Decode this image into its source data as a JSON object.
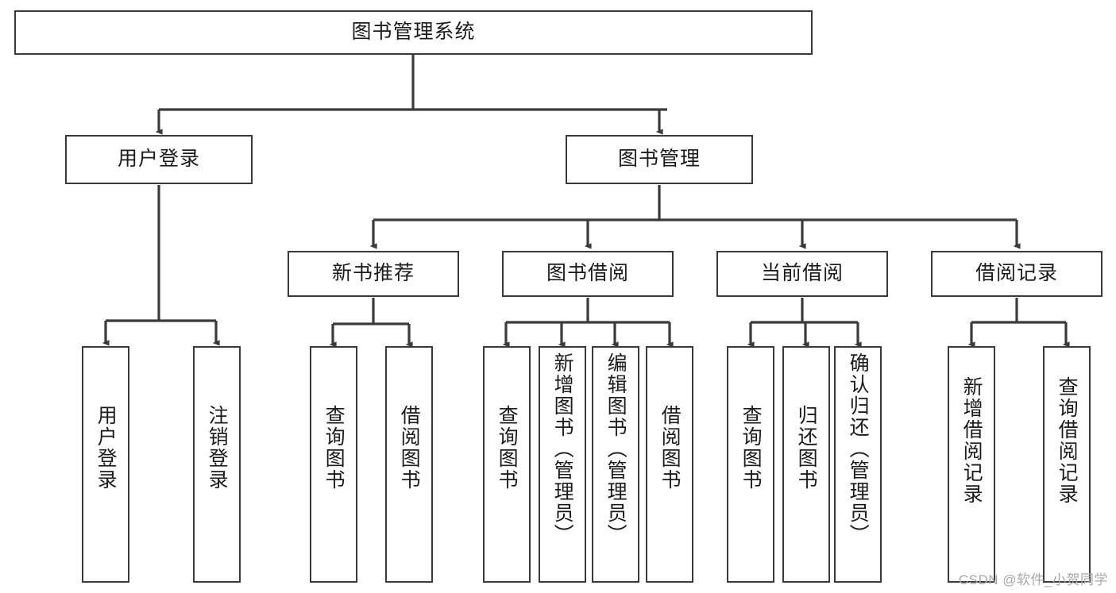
{
  "diagram": {
    "title": "图书管理系统",
    "type": "tree-hierarchy",
    "root": {
      "label": "图书管理系统"
    },
    "level2": [
      {
        "label": "用户登录"
      },
      {
        "label": "图书管理"
      }
    ],
    "level3": [
      {
        "label": "新书推荐"
      },
      {
        "label": "图书借阅"
      },
      {
        "label": "当前借阅"
      },
      {
        "label": "借阅记录"
      }
    ],
    "leaves": {
      "user_login": [
        {
          "label": "用户登录"
        },
        {
          "label": "注销登录"
        }
      ],
      "new_book_recommend": [
        {
          "label": "查询图书"
        },
        {
          "label": "借阅图书"
        }
      ],
      "book_borrow": [
        {
          "label": "查询图书"
        },
        {
          "label": "新增图书（管理员）"
        },
        {
          "label": "编辑图书（管理员）"
        },
        {
          "label": "借阅图书"
        }
      ],
      "current_borrow": [
        {
          "label": "查询图书"
        },
        {
          "label": "归还图书"
        },
        {
          "label": "确认归还（管理员）"
        }
      ],
      "borrow_records": [
        {
          "label": "新增借阅记录"
        },
        {
          "label": "查询借阅记录"
        }
      ]
    }
  },
  "watermark": "CSDN @软件_小贺同学",
  "colors": {
    "stroke": "#3a3a3a",
    "text": "#1b1b1b",
    "background": "#ffffff",
    "watermark": "#a8a8a8"
  }
}
